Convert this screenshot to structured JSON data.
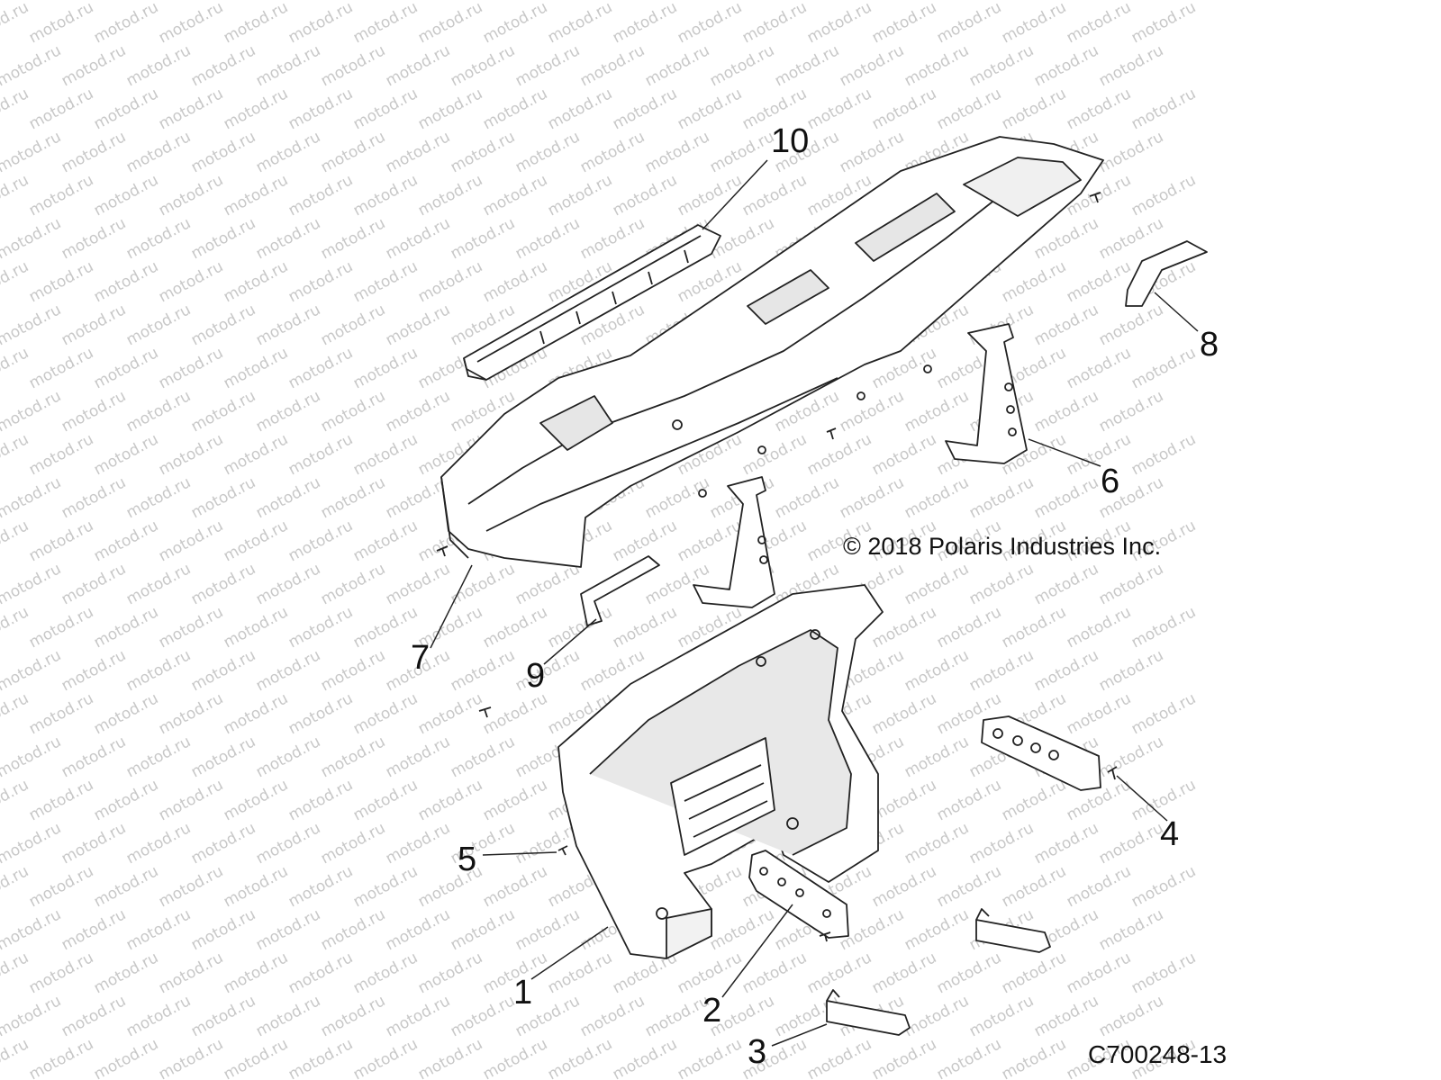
{
  "diagram": {
    "callouts": [
      {
        "id": "1",
        "label": "1"
      },
      {
        "id": "2",
        "label": "2"
      },
      {
        "id": "3",
        "label": "3"
      },
      {
        "id": "4",
        "label": "4"
      },
      {
        "id": "5",
        "label": "5"
      },
      {
        "id": "6",
        "label": "6"
      },
      {
        "id": "7",
        "label": "7"
      },
      {
        "id": "8",
        "label": "8"
      },
      {
        "id": "9",
        "label": "9"
      },
      {
        "id": "10",
        "label": "10"
      }
    ],
    "copyright": "© 2018 Polaris Industries Inc.",
    "drawing_code": "C700248-13",
    "watermark": "motod.ru",
    "line_color": "#222222",
    "shade_color": "#d9d9d9",
    "watermark_color": "#c8c8c8"
  }
}
